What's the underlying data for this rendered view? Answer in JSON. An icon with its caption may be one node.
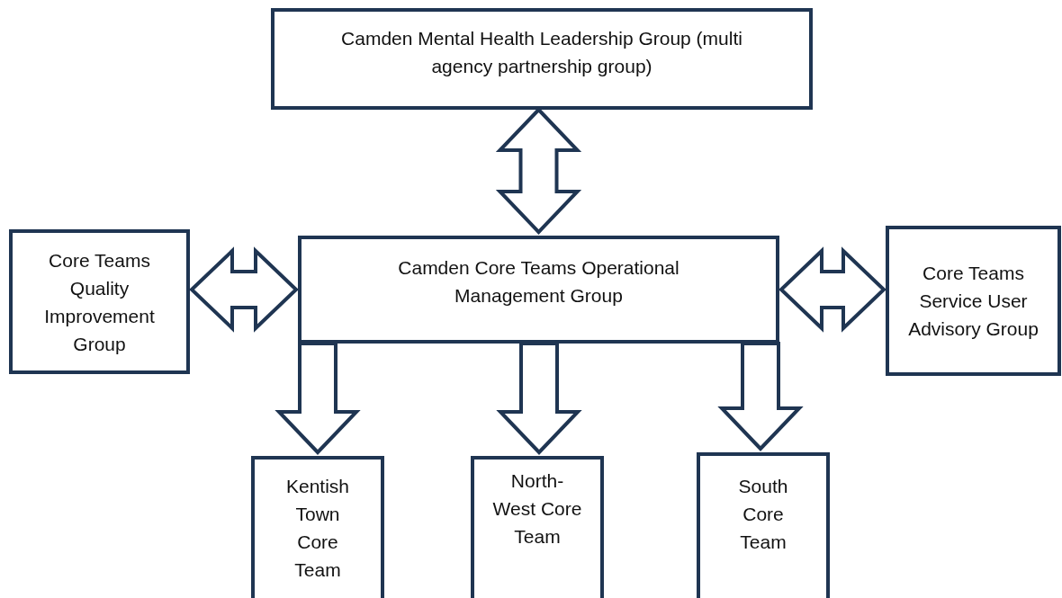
{
  "diagram": {
    "nodes": [
      {
        "text": [
          "Camden Mental Health Leadership Group (multi agency partnership group)"
        ]
      },
      {
        "text": [
          "Core Teams Quality Improvement Group"
        ]
      },
      {
        "text": [
          "Camden Core Teams Operational Management Group"
        ]
      },
      {
        "text": [
          "Core Teams Service User Advisory Group"
        ]
      },
      {
        "text": [
          "Kentish Town Core Team"
        ]
      },
      {
        "text": [
          "North-West Core Team"
        ]
      },
      {
        "text": [
          "South Core Team"
        ]
      }
    ],
    "edges": [
      {
        "from": 0,
        "to": 2,
        "arrow": "both"
      },
      {
        "from": 1,
        "to": 2,
        "arrow": "both"
      },
      {
        "from": 2,
        "to": 3,
        "arrow": "both"
      },
      {
        "from": 2,
        "to": 4,
        "arrow": "to"
      },
      {
        "from": 2,
        "to": 5,
        "arrow": "to"
      },
      {
        "from": 2,
        "to": 6,
        "arrow": "to"
      }
    ]
  }
}
